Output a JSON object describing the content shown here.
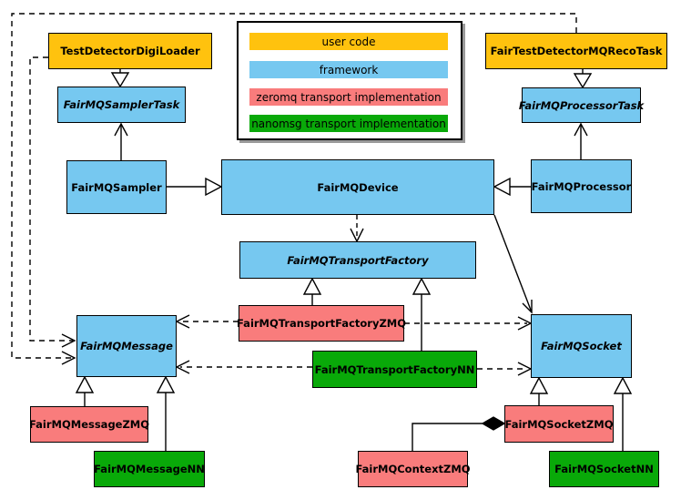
{
  "palette": {
    "user_code": "#FFC20E",
    "framework": "#76C8F0",
    "zeromq": "#F97C7C",
    "nanomsg": "#09A909",
    "line": "#000000",
    "background": "#FFFFFF"
  },
  "legend": {
    "items": [
      {
        "label": "user code",
        "color": "user_code"
      },
      {
        "label": "framework",
        "color": "framework"
      },
      {
        "label": "zeromq transport implementation",
        "color": "zeromq"
      },
      {
        "label": "nanomsg transport implementation",
        "color": "nanomsg"
      }
    ]
  },
  "nodes": {
    "digiloader": {
      "label": "TestDetectorDigiLoader",
      "category": "user code"
    },
    "recotask": {
      "label": "FairTestDetectorMQRecoTask",
      "category": "user code"
    },
    "samplertask": {
      "label": "FairMQSamplerTask",
      "category": "framework",
      "abstract": true
    },
    "processortask": {
      "label": "FairMQProcessorTask",
      "category": "framework",
      "abstract": true
    },
    "sampler": {
      "label": "FairMQSampler",
      "category": "framework"
    },
    "device": {
      "label": "FairMQDevice",
      "category": "framework"
    },
    "processor": {
      "label": "FairMQProcessor",
      "category": "framework"
    },
    "transportfactory": {
      "label": "FairMQTransportFactory",
      "category": "framework",
      "abstract": true
    },
    "tfzmq": {
      "label": "FairMQTransportFactoryZMQ",
      "category": "zeromq transport implementation"
    },
    "tfnn": {
      "label": "FairMQTransportFactoryNN",
      "category": "nanomsg transport implementation"
    },
    "message": {
      "label": "FairMQMessage",
      "category": "framework",
      "abstract": true
    },
    "socket": {
      "label": "FairMQSocket",
      "category": "framework",
      "abstract": true
    },
    "msgzmq": {
      "label": "FairMQMessageZMQ",
      "category": "zeromq transport implementation"
    },
    "msgnn": {
      "label": "FairMQMessageNN",
      "category": "nanomsg transport implementation"
    },
    "contextzmq": {
      "label": "FairMQContextZMQ",
      "category": "zeromq transport implementation"
    },
    "sockzmq": {
      "label": "FairMQSocketZMQ",
      "category": "zeromq transport implementation"
    },
    "socknn": {
      "label": "FairMQSocketNN",
      "category": "nanomsg transport implementation"
    }
  },
  "edges": [
    {
      "from": "TestDetectorDigiLoader",
      "to": "FairMQSamplerTask",
      "kind": "inheritance"
    },
    {
      "from": "FairTestDetectorMQRecoTask",
      "to": "FairMQProcessorTask",
      "kind": "inheritance"
    },
    {
      "from": "FairMQSampler",
      "to": "FairMQDevice",
      "kind": "inheritance"
    },
    {
      "from": "FairMQProcessor",
      "to": "FairMQDevice",
      "kind": "inheritance"
    },
    {
      "from": "FairMQSampler",
      "to": "FairMQSamplerTask",
      "kind": "association"
    },
    {
      "from": "FairMQProcessor",
      "to": "FairMQProcessorTask",
      "kind": "association"
    },
    {
      "from": "FairMQDevice",
      "to": "FairMQTransportFactory",
      "kind": "dependency"
    },
    {
      "from": "FairMQDevice",
      "to": "FairMQSocket",
      "kind": "association"
    },
    {
      "from": "FairMQTransportFactoryZMQ",
      "to": "FairMQTransportFactory",
      "kind": "inheritance"
    },
    {
      "from": "FairMQTransportFactoryNN",
      "to": "FairMQTransportFactory",
      "kind": "inheritance"
    },
    {
      "from": "FairMQTransportFactoryZMQ",
      "to": "FairMQMessage",
      "kind": "dependency"
    },
    {
      "from": "FairMQTransportFactoryZMQ",
      "to": "FairMQSocket",
      "kind": "dependency"
    },
    {
      "from": "FairMQTransportFactoryNN",
      "to": "FairMQMessage",
      "kind": "dependency"
    },
    {
      "from": "FairMQTransportFactoryNN",
      "to": "FairMQSocket",
      "kind": "dependency"
    },
    {
      "from": "TestDetectorDigiLoader",
      "to": "FairMQMessage",
      "kind": "dependency"
    },
    {
      "from": "FairTestDetectorMQRecoTask",
      "to": "FairMQMessage",
      "kind": "dependency"
    },
    {
      "from": "FairMQMessageZMQ",
      "to": "FairMQMessage",
      "kind": "inheritance"
    },
    {
      "from": "FairMQMessageNN",
      "to": "FairMQMessage",
      "kind": "inheritance"
    },
    {
      "from": "FairMQSocketZMQ",
      "to": "FairMQSocket",
      "kind": "inheritance"
    },
    {
      "from": "FairMQSocketNN",
      "to": "FairMQSocket",
      "kind": "inheritance"
    },
    {
      "from": "FairMQContextZMQ",
      "to": "FairMQSocketZMQ",
      "kind": "composition"
    }
  ]
}
